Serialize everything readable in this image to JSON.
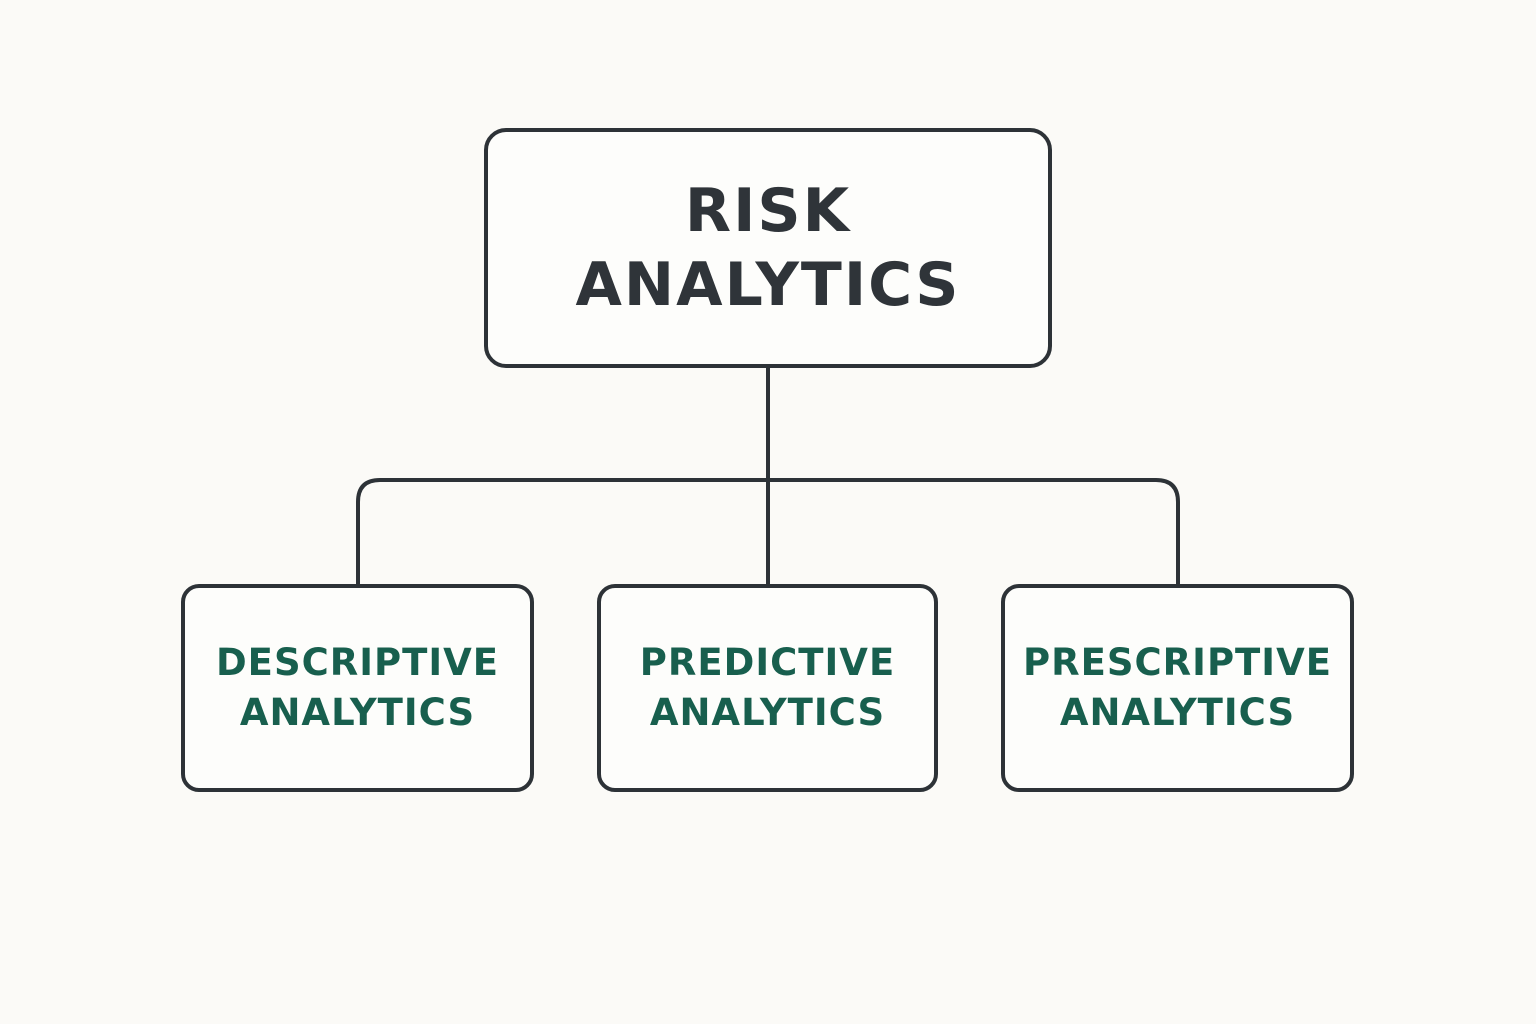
{
  "diagram": {
    "root": {
      "lines": [
        "RISK",
        "ANALYTICS"
      ]
    },
    "children": [
      {
        "lines": [
          "DESCRIPTIVE",
          "ANALYTICS"
        ]
      },
      {
        "lines": [
          "PREDICTIVE",
          "ANALYTICS"
        ]
      },
      {
        "lines": [
          "PRESCRIPTIVE",
          "ANALYTICS"
        ]
      }
    ]
  },
  "colors": {
    "background": "#fbfaf7",
    "stroke": "#2d3237",
    "root_text": "#2f3439",
    "child_text": "#185f4e"
  }
}
